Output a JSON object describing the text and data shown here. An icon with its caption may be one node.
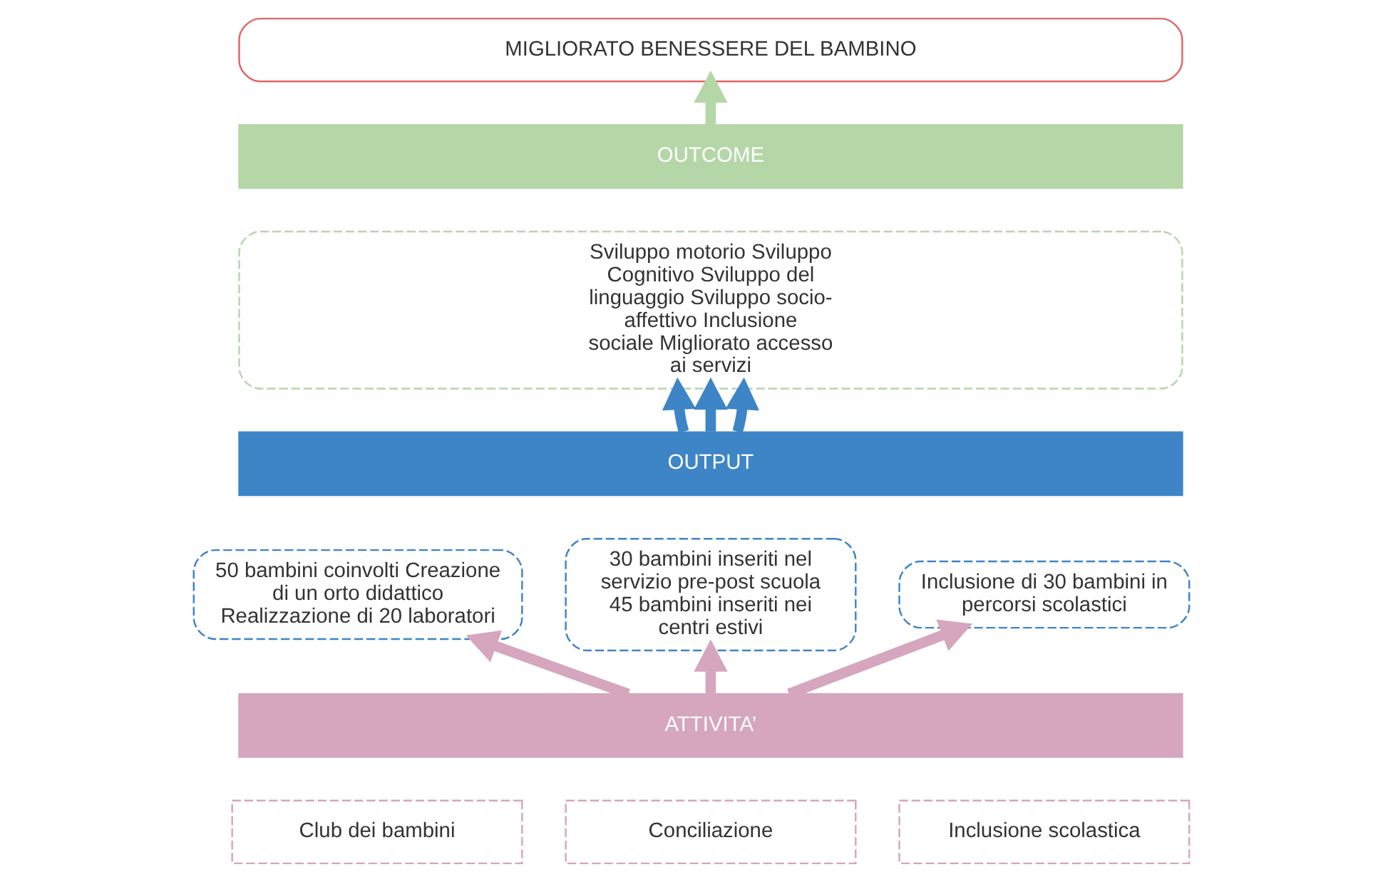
{
  "diagram": {
    "nodes": [
      {
        "text": [
          "MIGLIORATO BENESSERE DEL BAMBINO"
        ]
      },
      {
        "text": [
          "OUTCOME"
        ]
      },
      {
        "text": [
          "Sviluppo motorio Sviluppo Cognitivo Sviluppo del linguaggio Sviluppo socio-affettivo Inclusione sociale Migliorato accesso ai servizi"
        ]
      },
      {
        "text": [
          "OUTPUT"
        ]
      },
      {
        "text": [
          "50 bambini coinvolti Creazione di un orto didattico Realizzazione di 20 laboratori"
        ]
      },
      {
        "text": [
          "30 bambini inseriti nel servizio pre-post scuola 45 bambini inseriti nei centri estivi"
        ]
      },
      {
        "text": [
          "Inclusione di 30 bambini in percorsi scolastici"
        ]
      },
      {
        "text": [
          "ATTIVITA’"
        ]
      },
      {
        "text": [
          "Club dei bambini"
        ]
      },
      {
        "text": [
          "Conciliazione"
        ]
      },
      {
        "text": [
          "Inclusione scolastica"
        ]
      }
    ],
    "edges": [
      {
        "from": 1,
        "to": 0,
        "arrow": "to",
        "color": "#b5d7a8"
      },
      {
        "from": 3,
        "to": 2,
        "arrow": "to",
        "color": "#3d85c6"
      },
      {
        "from": 3,
        "to": 2,
        "arrow": "to",
        "color": "#3d85c6"
      },
      {
        "from": 3,
        "to": 2,
        "arrow": "to",
        "color": "#3d85c6"
      },
      {
        "from": 7,
        "to": 4,
        "arrow": "to",
        "color": "#d5a6bd"
      },
      {
        "from": 7,
        "to": 5,
        "arrow": "to",
        "color": "#d5a6bd"
      },
      {
        "from": 7,
        "to": 6,
        "arrow": "to",
        "color": "#d5a6bd"
      }
    ]
  }
}
